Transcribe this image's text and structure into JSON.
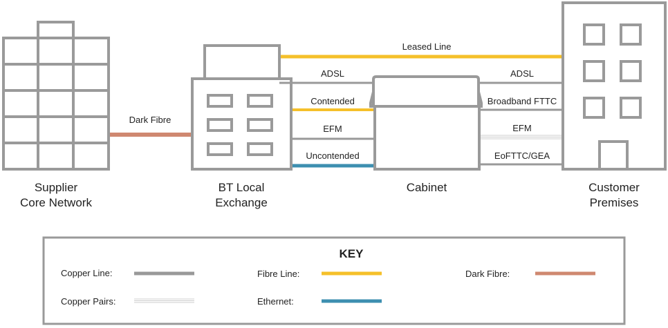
{
  "colors": {
    "copper": "#999999",
    "copper_pairs": "#cccccc",
    "fibre": "#f5c02a",
    "dark_fibre": "#cf8870",
    "ethernet": "#3d8fb0",
    "outline": "#9a9a9a",
    "text": "#222222"
  },
  "nodes": {
    "supplier": [
      "Supplier",
      "Core Network"
    ],
    "exchange": [
      "BT Local",
      "Exchange"
    ],
    "cabinet": [
      "Cabinet"
    ],
    "customer": [
      "Customer",
      "Premises"
    ]
  },
  "links": {
    "dark_fibre": "Dark Fibre",
    "leased_line": "Leased Line",
    "adsl_left": "ADSL",
    "contended": "Contended",
    "efm_left": "EFM",
    "uncontended": "Uncontended",
    "adsl_right": "ADSL",
    "broadband_fttc": "Broadband FTTC",
    "efm_right": "EFM",
    "eofttc_gea": "EoFTTC/GEA"
  },
  "key": {
    "title": "KEY",
    "items": [
      {
        "label": "Copper Line:",
        "type": "copper"
      },
      {
        "label": "Copper Pairs:",
        "type": "copper_pairs"
      },
      {
        "label": "Fibre Line:",
        "type": "fibre"
      },
      {
        "label": "Ethernet:",
        "type": "ethernet"
      },
      {
        "label": "Dark Fibre:",
        "type": "dark_fibre"
      }
    ]
  }
}
